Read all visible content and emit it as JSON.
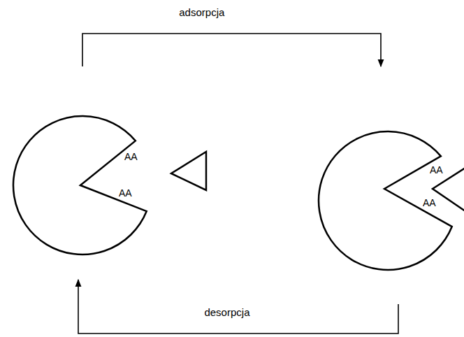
{
  "diagram": {
    "nodes": [
      {
        "text": [
          "AA",
          "AA"
        ]
      },
      {
        "text": [
          "AA",
          "AA"
        ]
      }
    ],
    "edges": [
      {
        "from": 0,
        "to": 1,
        "label": "adsorpcja",
        "arrow": "to"
      },
      {
        "from": 1,
        "to": 0,
        "label": "desorpcja",
        "arrow": "to"
      }
    ]
  }
}
